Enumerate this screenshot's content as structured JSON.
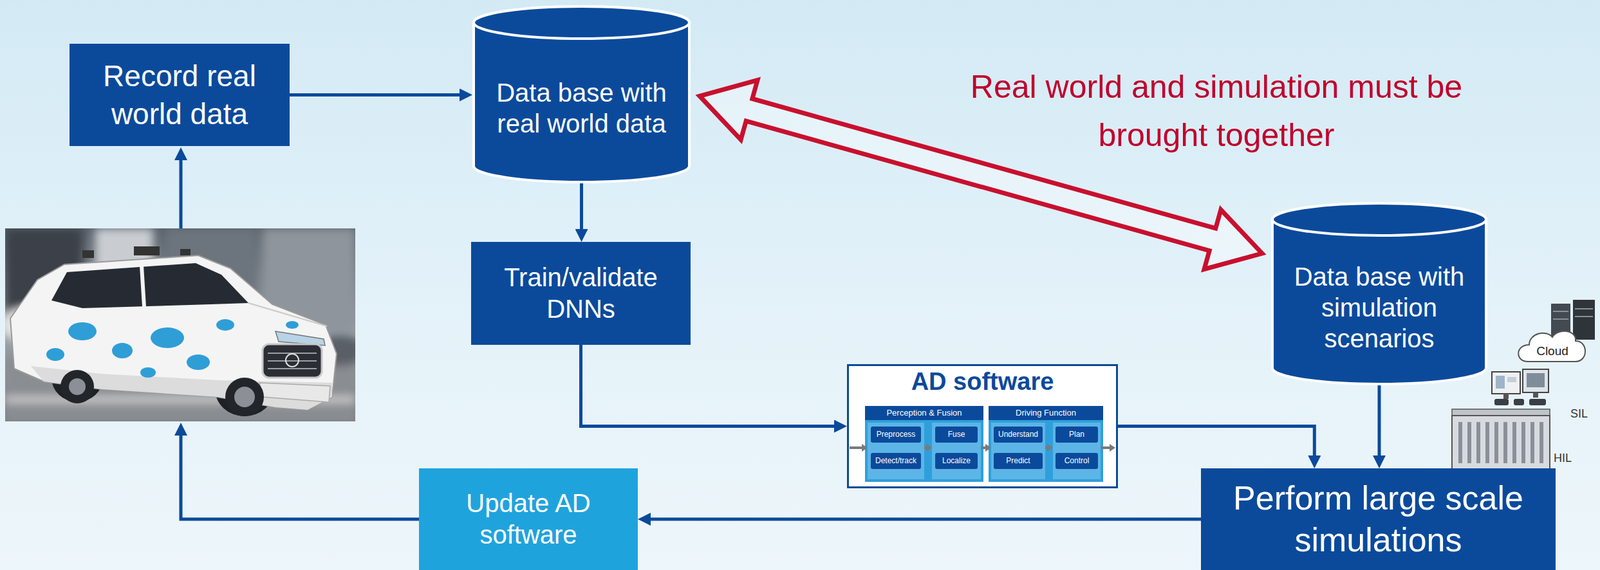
{
  "diagram": {
    "nodes": [
      {
        "text": [
          "Record real world data"
        ]
      },
      {
        "text": [
          "Data base with real world data"
        ]
      },
      {
        "text": [
          "Train/validate DNNs"
        ]
      },
      {
        "text": [
          "AD software"
        ]
      },
      {
        "text": [
          "Perception & Fusion"
        ],
        "in": 3
      },
      {
        "text": [
          "Preprocess"
        ],
        "in": 4
      },
      {
        "text": [
          "Detect/track"
        ],
        "in": 4
      },
      {
        "text": [
          "Fuse"
        ],
        "in": 4
      },
      {
        "text": [
          "Localize"
        ],
        "in": 4
      },
      {
        "text": [
          "Driving Function"
        ],
        "in": 3
      },
      {
        "text": [
          "Understand"
        ],
        "in": 9
      },
      {
        "text": [
          "Predict"
        ],
        "in": 9
      },
      {
        "text": [
          "Plan"
        ],
        "in": 9
      },
      {
        "text": [
          "Control"
        ],
        "in": 9
      },
      {
        "text": [
          "Data base with simulation scenarios"
        ]
      },
      {
        "text": [
          "Perform large scale simulations"
        ]
      },
      {
        "text": [
          "Update AD software"
        ]
      }
    ],
    "edges": [
      {
        "from": 0,
        "to": 1,
        "arrow": "to"
      },
      {
        "from": 1,
        "to": 2,
        "arrow": "to"
      },
      {
        "from": 2,
        "to": 3,
        "arrow": "to"
      },
      {
        "from": 3,
        "to": 15,
        "arrow": "to"
      },
      {
        "from": 14,
        "to": 15,
        "arrow": "to"
      },
      {
        "from": 15,
        "to": 16,
        "arrow": "to"
      },
      {
        "from": 1,
        "to": 14,
        "arrow": "both"
      }
    ],
    "labels": [
      "Real world and simulation must be brought together",
      "Cloud",
      "SIL",
      "HIL"
    ]
  }
}
